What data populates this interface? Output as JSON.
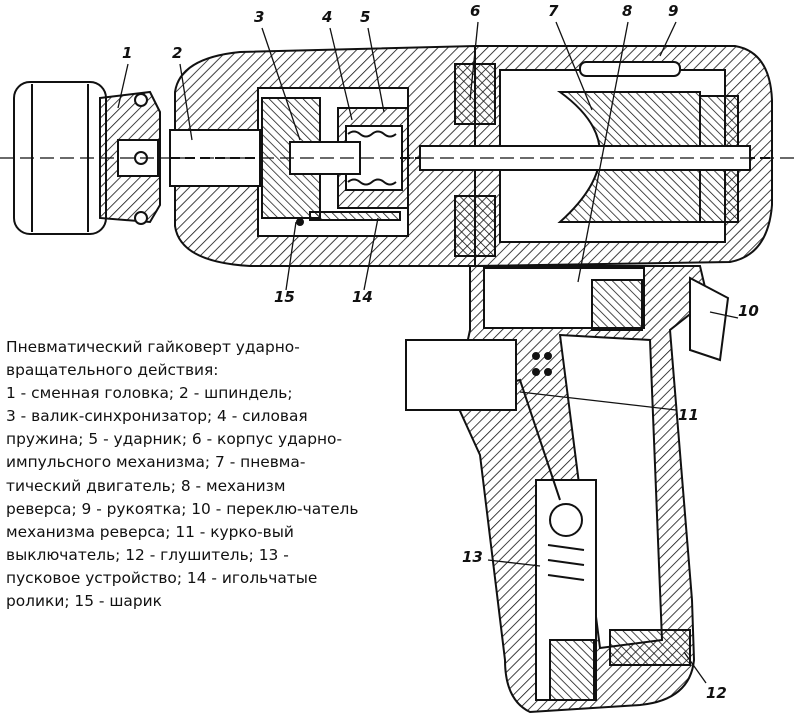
{
  "callouts": [
    "1",
    "2",
    "3",
    "4",
    "5",
    "6",
    "7",
    "8",
    "9",
    "10",
    "11",
    "12",
    "13",
    "14",
    "15"
  ],
  "caption": [
    "Пневматический гайковерт ударно-",
    "вращательного действия:",
    "1 - сменная головка; 2 - шпиндель;",
    "3 - валик-синхронизатор; 4 - силовая",
    "пружина; 5 - ударник; 6 - корпус ударно-",
    "импульсного механизма; 7 - пневма-",
    "тический двигатель; 8 - механизм",
    "реверса; 9 - рукоятка; 10 - переклю-чатель",
    "механизма реверса; 11 - курко-вый",
    "выключатель; 12 - глушитель; 13 -",
    "пусковое устройство; 14 - игольчатые",
    "ролики; 15 - шарик"
  ]
}
